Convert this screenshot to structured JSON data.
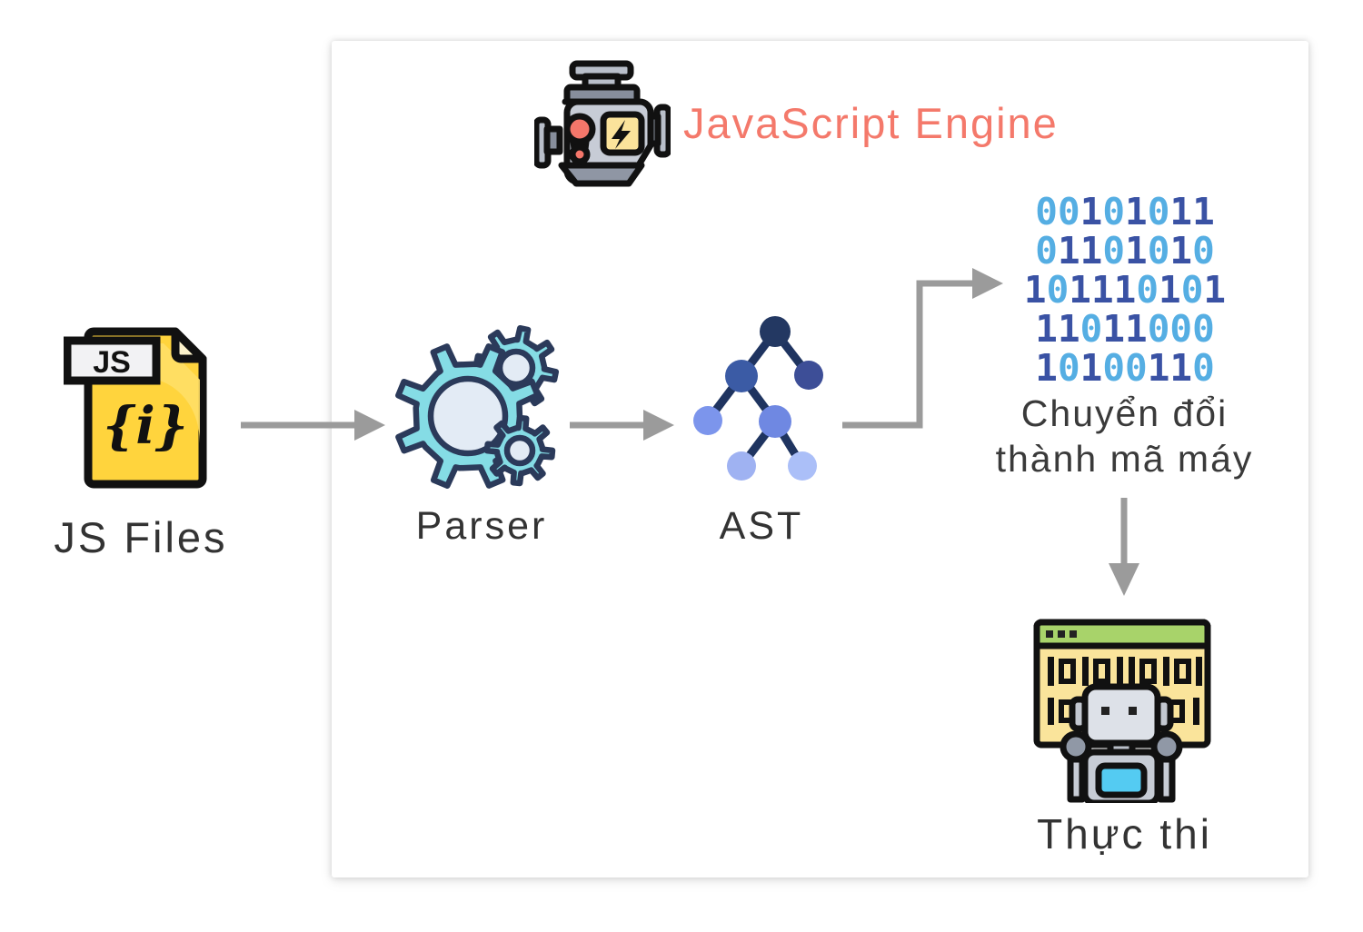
{
  "header": {
    "title": "JavaScript Engine"
  },
  "nodes": {
    "js_files": {
      "label": "JS Files",
      "file_badge": "JS",
      "file_symbol": "{i}"
    },
    "parser": {
      "label": "Parser"
    },
    "ast": {
      "label": "AST"
    },
    "machine_code": {
      "caption_line1": "Chuyển đổi",
      "caption_line2": "thành mã máy",
      "binary_rows": [
        "00101011",
        "01101010",
        "101110101",
        "11011000",
        "10100110"
      ]
    },
    "execution": {
      "label": "Thực thi"
    }
  },
  "icons": {
    "engine-icon": "engine with warning light and lightning bolt",
    "js-file-icon": "yellow JS code file with folded corner",
    "gears-icon": "three teal gears",
    "ast-tree-icon": "blue binary tree",
    "binary-code": "rows of blue binary digits",
    "robot-browser-icon": "robot in front of browser window with machine code"
  },
  "colors": {
    "accent": "#F4796B",
    "text": "#333333",
    "arrow": "#9B9B9B",
    "binary_one": "#3A52A4",
    "binary_zero": "#55AEE3",
    "gear_fill": "#85DCE5",
    "file_yellow": "#FFD43D",
    "browser_green": "#A8D36A",
    "browser_yellow": "#FAE49B",
    "robot_screen": "#54CBF2"
  }
}
